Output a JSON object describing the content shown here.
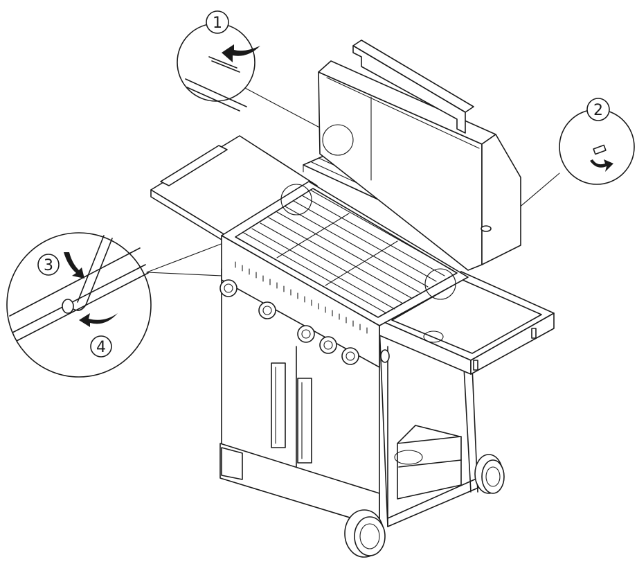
{
  "diagram": {
    "callouts": [
      {
        "id": "c1",
        "number": "1"
      },
      {
        "id": "c2",
        "number": "2"
      },
      {
        "id": "c3",
        "number": "3"
      },
      {
        "id": "c4",
        "number": "4"
      }
    ]
  }
}
